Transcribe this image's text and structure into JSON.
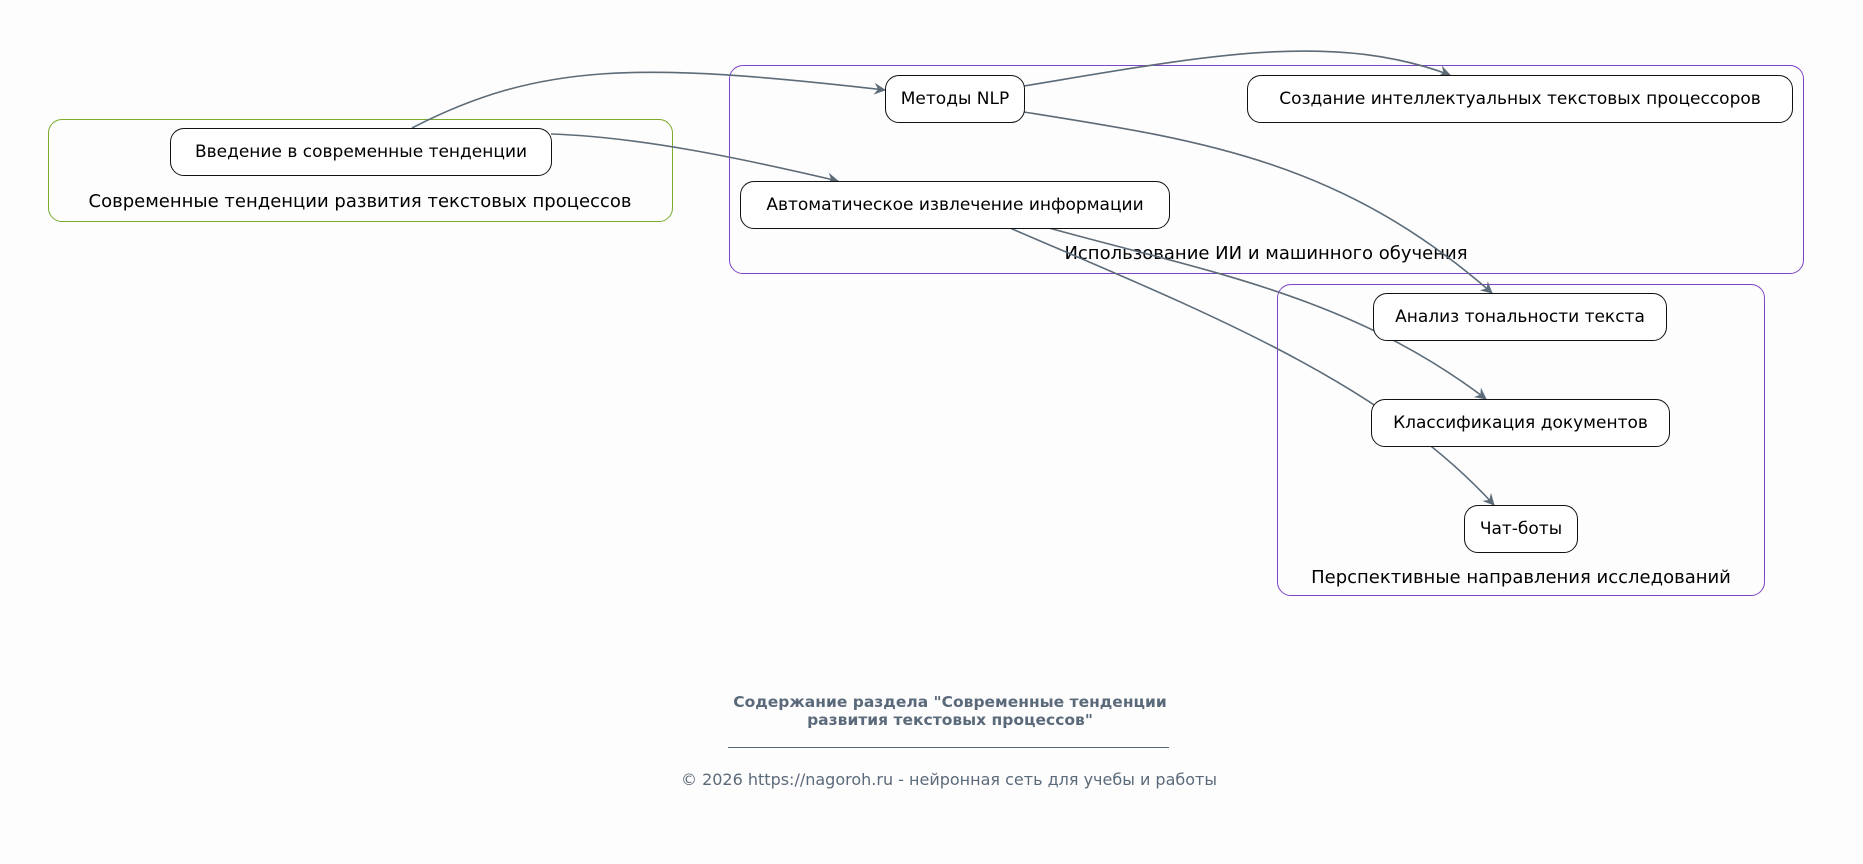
{
  "clusters": {
    "trends": "Современные тенденции развития текстовых процессов",
    "ai": "Использование ИИ и машинного обучения",
    "research": "Перспективные направления исследований"
  },
  "nodes": {
    "intro": "Введение в современные тенденции",
    "nlp": "Методы NLP",
    "creation": "Создание интеллектуальных текстовых процессоров",
    "extraction": "Автоматическое извлечение информации",
    "sentiment": "Анализ тональности текста",
    "classification": "Классификация документов",
    "chatbots": "Чат-боты"
  },
  "footer": {
    "title_line1": "Содержание раздела \"Современные тенденции",
    "title_line2": "развития текстовых процессов\"",
    "copyright": "© 2026 https://nagoroh.ru - нейронная сеть для учебы и работы"
  },
  "colors": {
    "edge": "#5c6b78",
    "cluster_green": "#7aab2d",
    "cluster_purple": "#7e44c6"
  }
}
